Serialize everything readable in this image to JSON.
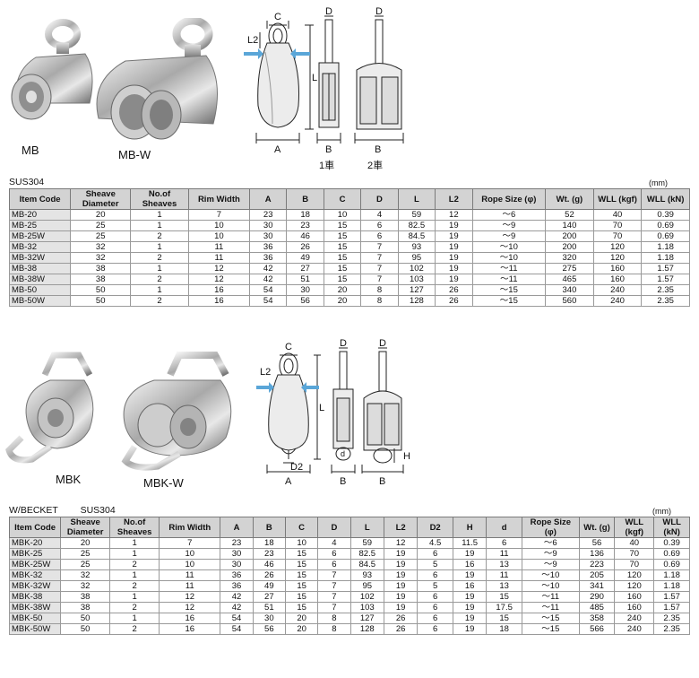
{
  "section1": {
    "material": "SUS304",
    "unit": "(mm)",
    "photo_labels": [
      "MB",
      "MB-W"
    ],
    "diagram": {
      "dims": [
        "C",
        "D",
        "D",
        "L2",
        "L",
        "A",
        "B",
        "B"
      ],
      "captions": [
        "1車",
        "2車"
      ]
    },
    "headers": [
      "Item Code",
      "Sheave Diameter",
      "No.of Sheaves",
      "Rim Width",
      "A",
      "B",
      "C",
      "D",
      "L",
      "L2",
      "Rope Size (φ)",
      "Wt. (g)",
      "WLL (kgf)",
      "WLL (kN)"
    ],
    "rows": [
      [
        "MB-20",
        "20",
        "1",
        "7",
        "23",
        "18",
        "10",
        "4",
        "59",
        "12",
        "～6",
        "52",
        "40",
        "0.39"
      ],
      [
        "MB-25",
        "25",
        "1",
        "10",
        "30",
        "23",
        "15",
        "6",
        "82.5",
        "19",
        "～9",
        "140",
        "70",
        "0.69"
      ],
      [
        "MB-25W",
        "25",
        "2",
        "10",
        "30",
        "46",
        "15",
        "6",
        "84.5",
        "19",
        "～9",
        "200",
        "70",
        "0.69"
      ],
      [
        "MB-32",
        "32",
        "1",
        "11",
        "36",
        "26",
        "15",
        "7",
        "93",
        "19",
        "～10",
        "200",
        "120",
        "1.18"
      ],
      [
        "MB-32W",
        "32",
        "2",
        "11",
        "36",
        "49",
        "15",
        "7",
        "95",
        "19",
        "～10",
        "320",
        "120",
        "1.18"
      ],
      [
        "MB-38",
        "38",
        "1",
        "12",
        "42",
        "27",
        "15",
        "7",
        "102",
        "19",
        "～11",
        "275",
        "160",
        "1.57"
      ],
      [
        "MB-38W",
        "38",
        "2",
        "12",
        "42",
        "51",
        "15",
        "7",
        "103",
        "19",
        "～11",
        "465",
        "160",
        "1.57"
      ],
      [
        "MB-50",
        "50",
        "1",
        "16",
        "54",
        "30",
        "20",
        "8",
        "127",
        "26",
        "～15",
        "340",
        "240",
        "2.35"
      ],
      [
        "MB-50W",
        "50",
        "2",
        "16",
        "54",
        "56",
        "20",
        "8",
        "128",
        "26",
        "～15",
        "560",
        "240",
        "2.35"
      ]
    ]
  },
  "section2": {
    "material_prefix": "W/BECKET",
    "material": "SUS304",
    "unit": "(mm)",
    "photo_labels": [
      "MBK",
      "MBK-W"
    ],
    "diagram": {
      "dims": [
        "C",
        "D",
        "D",
        "L2",
        "L",
        "H",
        "D2",
        "A",
        "B",
        "B",
        "d"
      ]
    },
    "headers": [
      "Item Code",
      "Sheave Diameter",
      "No.of Sheaves",
      "Rim Width",
      "A",
      "B",
      "C",
      "D",
      "L",
      "L2",
      "D2",
      "H",
      "d",
      "Rope Size (φ)",
      "Wt. (g)",
      "WLL (kgf)",
      "WLL (kN)"
    ],
    "rows": [
      [
        "MBK-20",
        "20",
        "1",
        "7",
        "23",
        "18",
        "10",
        "4",
        "59",
        "12",
        "4.5",
        "11.5",
        "6",
        "～6",
        "56",
        "40",
        "0.39"
      ],
      [
        "MBK-25",
        "25",
        "1",
        "10",
        "30",
        "23",
        "15",
        "6",
        "82.5",
        "19",
        "6",
        "19",
        "11",
        "～9",
        "136",
        "70",
        "0.69"
      ],
      [
        "MBK-25W",
        "25",
        "2",
        "10",
        "30",
        "46",
        "15",
        "6",
        "84.5",
        "19",
        "5",
        "16",
        "13",
        "～9",
        "223",
        "70",
        "0.69"
      ],
      [
        "MBK-32",
        "32",
        "1",
        "11",
        "36",
        "26",
        "15",
        "7",
        "93",
        "19",
        "6",
        "19",
        "11",
        "～10",
        "205",
        "120",
        "1.18"
      ],
      [
        "MBK-32W",
        "32",
        "2",
        "11",
        "36",
        "49",
        "15",
        "7",
        "95",
        "19",
        "5",
        "16",
        "13",
        "～10",
        "341",
        "120",
        "1.18"
      ],
      [
        "MBK-38",
        "38",
        "1",
        "12",
        "42",
        "27",
        "15",
        "7",
        "102",
        "19",
        "6",
        "19",
        "15",
        "～11",
        "290",
        "160",
        "1.57"
      ],
      [
        "MBK-38W",
        "38",
        "2",
        "12",
        "42",
        "51",
        "15",
        "7",
        "103",
        "19",
        "6",
        "19",
        "17.5",
        "～11",
        "485",
        "160",
        "1.57"
      ],
      [
        "MBK-50",
        "50",
        "1",
        "16",
        "54",
        "30",
        "20",
        "8",
        "127",
        "26",
        "6",
        "19",
        "15",
        "～15",
        "358",
        "240",
        "2.35"
      ],
      [
        "MBK-50W",
        "50",
        "2",
        "16",
        "54",
        "56",
        "20",
        "8",
        "128",
        "26",
        "6",
        "19",
        "18",
        "～15",
        "566",
        "240",
        "2.35"
      ]
    ]
  }
}
